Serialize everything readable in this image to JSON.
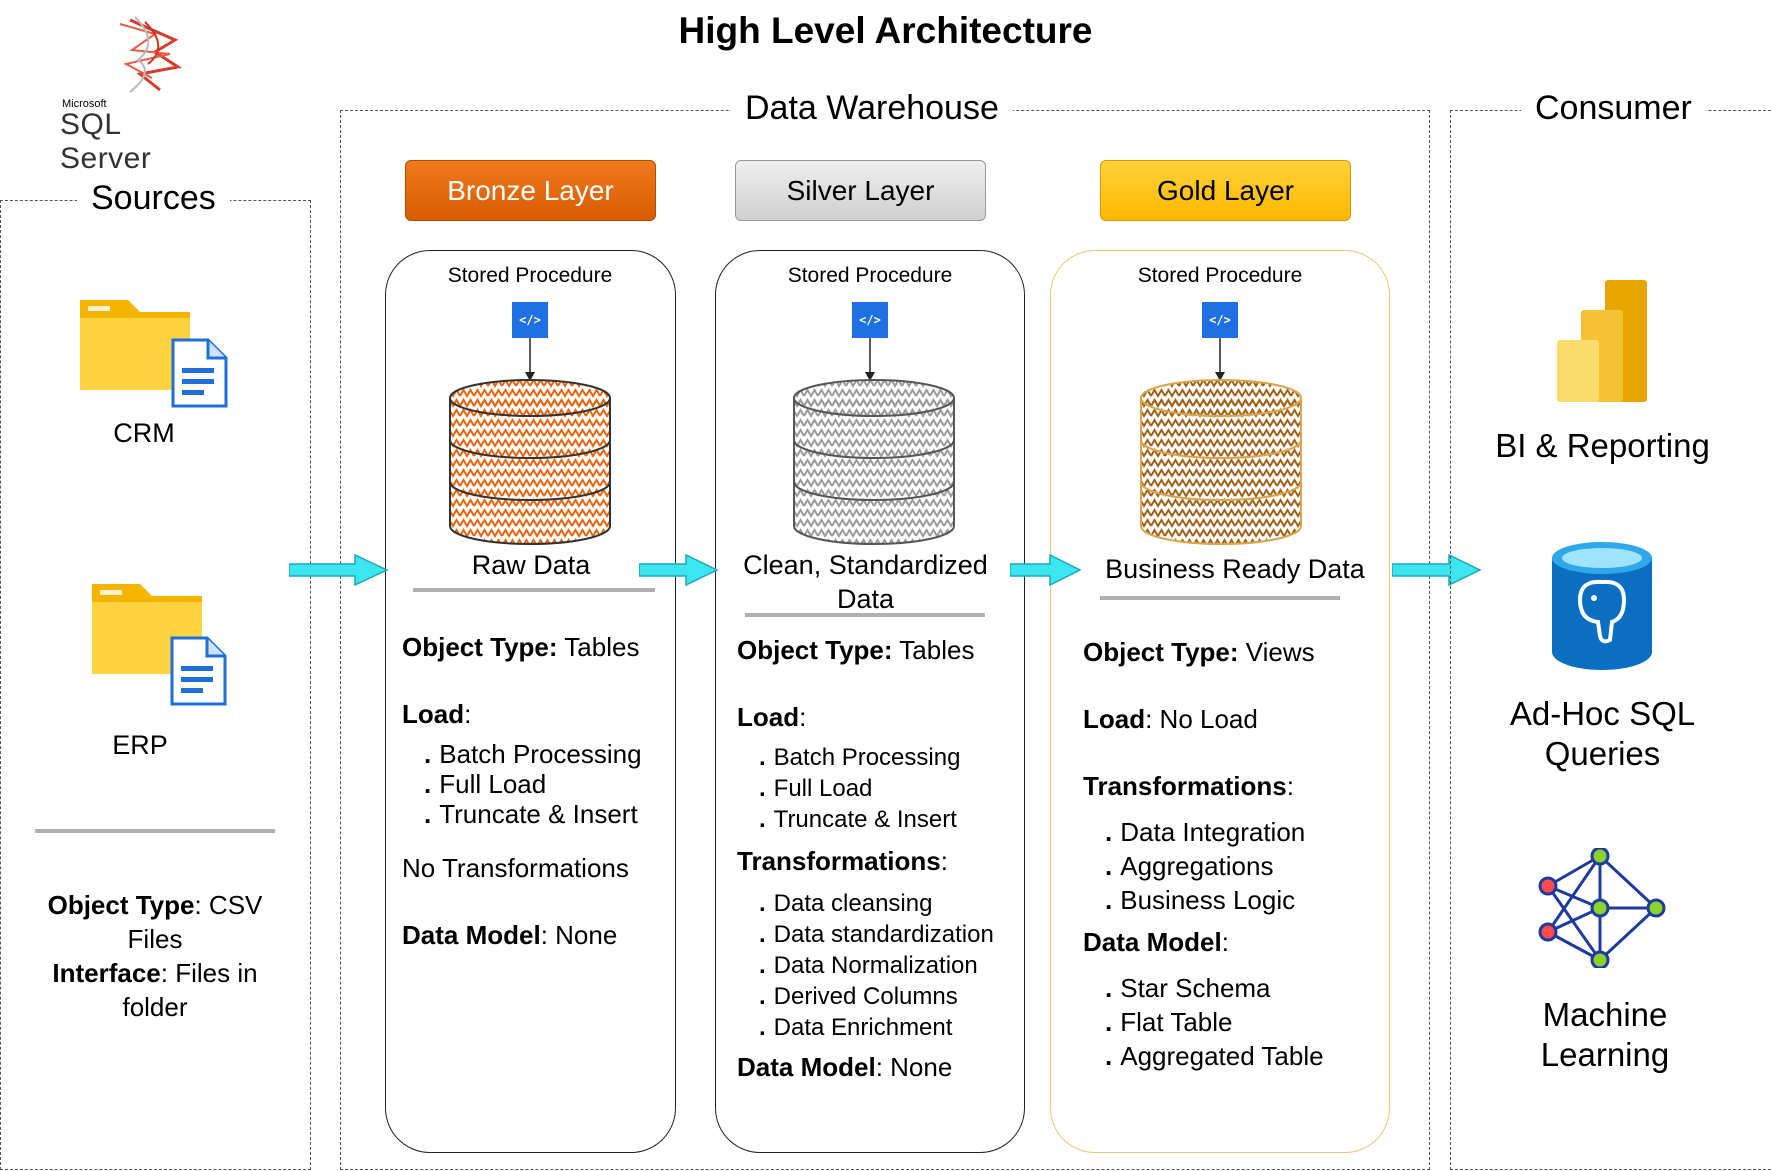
{
  "title": "High Level Architecture",
  "logo": {
    "brand_small": "Microsoft",
    "brand_main": "SQL Server"
  },
  "sources": {
    "group_label": "Sources",
    "items": [
      {
        "label": "CRM",
        "icon": "folder-document-icon"
      },
      {
        "label": "ERP",
        "icon": "folder-document-icon"
      }
    ],
    "object_type_label": "Object Type",
    "object_type_value": ": CSV Files",
    "interface_label": "Interface",
    "interface_value": ": Files in folder"
  },
  "warehouse": {
    "group_label": "Data Warehouse",
    "layers": [
      {
        "name": "Bronze Layer",
        "color": "#e8650e",
        "stored_procedure": "Stored Procedure",
        "caption": "Raw Data",
        "object_type_label": "Object Type:",
        "object_type_value": " Tables",
        "load_label": "Load",
        "load_suffix": ":",
        "load_items": [
          "Batch Processing",
          "Full Load",
          "Truncate & Insert"
        ],
        "transformations_text": "No Transformations",
        "data_model_label": "Data Model",
        "data_model_value": ": None"
      },
      {
        "name": "Silver Layer",
        "color": "#d9d9d9",
        "stored_procedure": "Stored Procedure",
        "caption": "Clean, Standardized Data",
        "object_type_label": "Object Type:",
        "object_type_value": " Tables",
        "load_label": "Load",
        "load_suffix": ":",
        "load_items": [
          "Batch Processing",
          "Full Load",
          "Truncate & Insert"
        ],
        "transformations_label": "Transformations",
        "transformations_suffix": ":",
        "transformation_items": [
          "Data cleansing",
          "Data standardization",
          "Data Normalization",
          "Derived Columns",
          "Data Enrichment"
        ],
        "data_model_label": "Data Model",
        "data_model_value": ": None"
      },
      {
        "name": "Gold Layer",
        "color": "#ffc000",
        "stored_procedure": "Stored Procedure",
        "caption": "Business Ready Data",
        "object_type_label": "Object Type:",
        "object_type_value": " Views",
        "load_label": "Load",
        "load_value": ": No Load",
        "transformations_label": "Transformations",
        "transformations_suffix": ":",
        "transformation_items": [
          "Data Integration",
          "Aggregations",
          "Business Logic"
        ],
        "data_model_label": "Data Model",
        "data_model_suffix": ":",
        "data_model_items": [
          "Star Schema",
          "Flat Table",
          "Aggregated Table"
        ]
      }
    ]
  },
  "consumer": {
    "group_label": "Consumer",
    "items": [
      {
        "label": "BI & Reporting",
        "icon": "power-bi-icon"
      },
      {
        "label": "Ad-Hoc SQL Queries",
        "icon": "postgres-database-icon"
      },
      {
        "label": "Machine Learning",
        "icon": "neural-network-icon"
      }
    ]
  },
  "colors": {
    "arrow": "#3ce6f0",
    "code_icon": "#1f6fe5",
    "gold_border": "#e8c77a"
  }
}
